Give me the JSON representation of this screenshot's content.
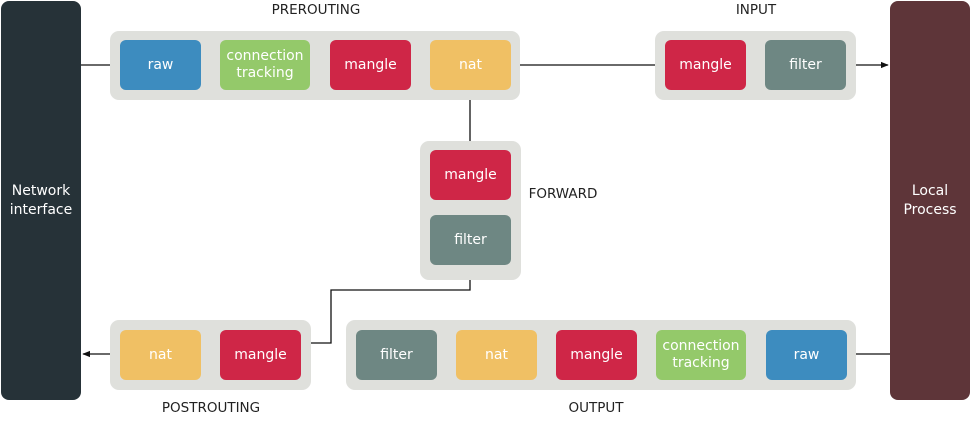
{
  "sides": {
    "left": "Network\ninterface",
    "right": "Local\nProcess"
  },
  "chains": {
    "prerouting": "PREROUTING",
    "input": "INPUT",
    "forward": "FORWARD",
    "postrouting": "POSTROUTING",
    "output": "OUTPUT"
  },
  "tables": {
    "raw": "raw",
    "connection_tracking": "connection\ntracking",
    "mangle": "mangle",
    "nat": "nat",
    "filter": "filter"
  },
  "colors": {
    "raw": "#3d8cbf",
    "connection_tracking": "#94c96a",
    "mangle": "#cf2647",
    "nat": "#f0c064",
    "filter": "#6e8783",
    "group_background": "#dfe0dc",
    "network_interface": "#263238",
    "local_process": "#5e3539"
  }
}
